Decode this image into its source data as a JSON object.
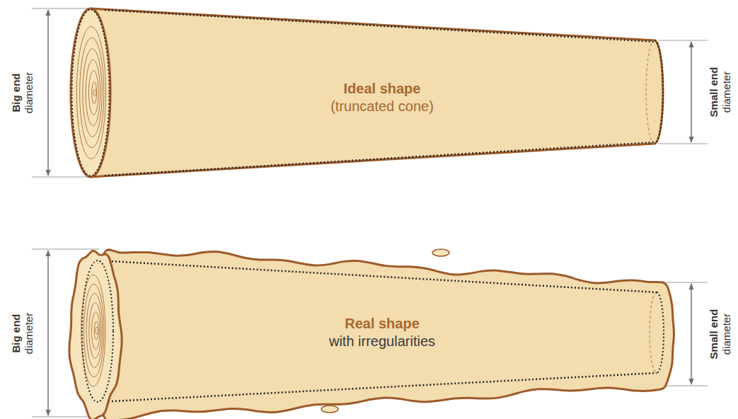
{
  "diagram": {
    "nodes": [
      {
        "text": [
          "Ideal shape",
          "(truncated cone)"
        ]
      },
      {
        "text": [
          "Real shape",
          "with irregularities"
        ]
      }
    ],
    "labels": [
      "Big end",
      "diameter",
      "Small end",
      "diameter",
      "Big end",
      "diameter",
      "Small end",
      "diameter"
    ]
  }
}
